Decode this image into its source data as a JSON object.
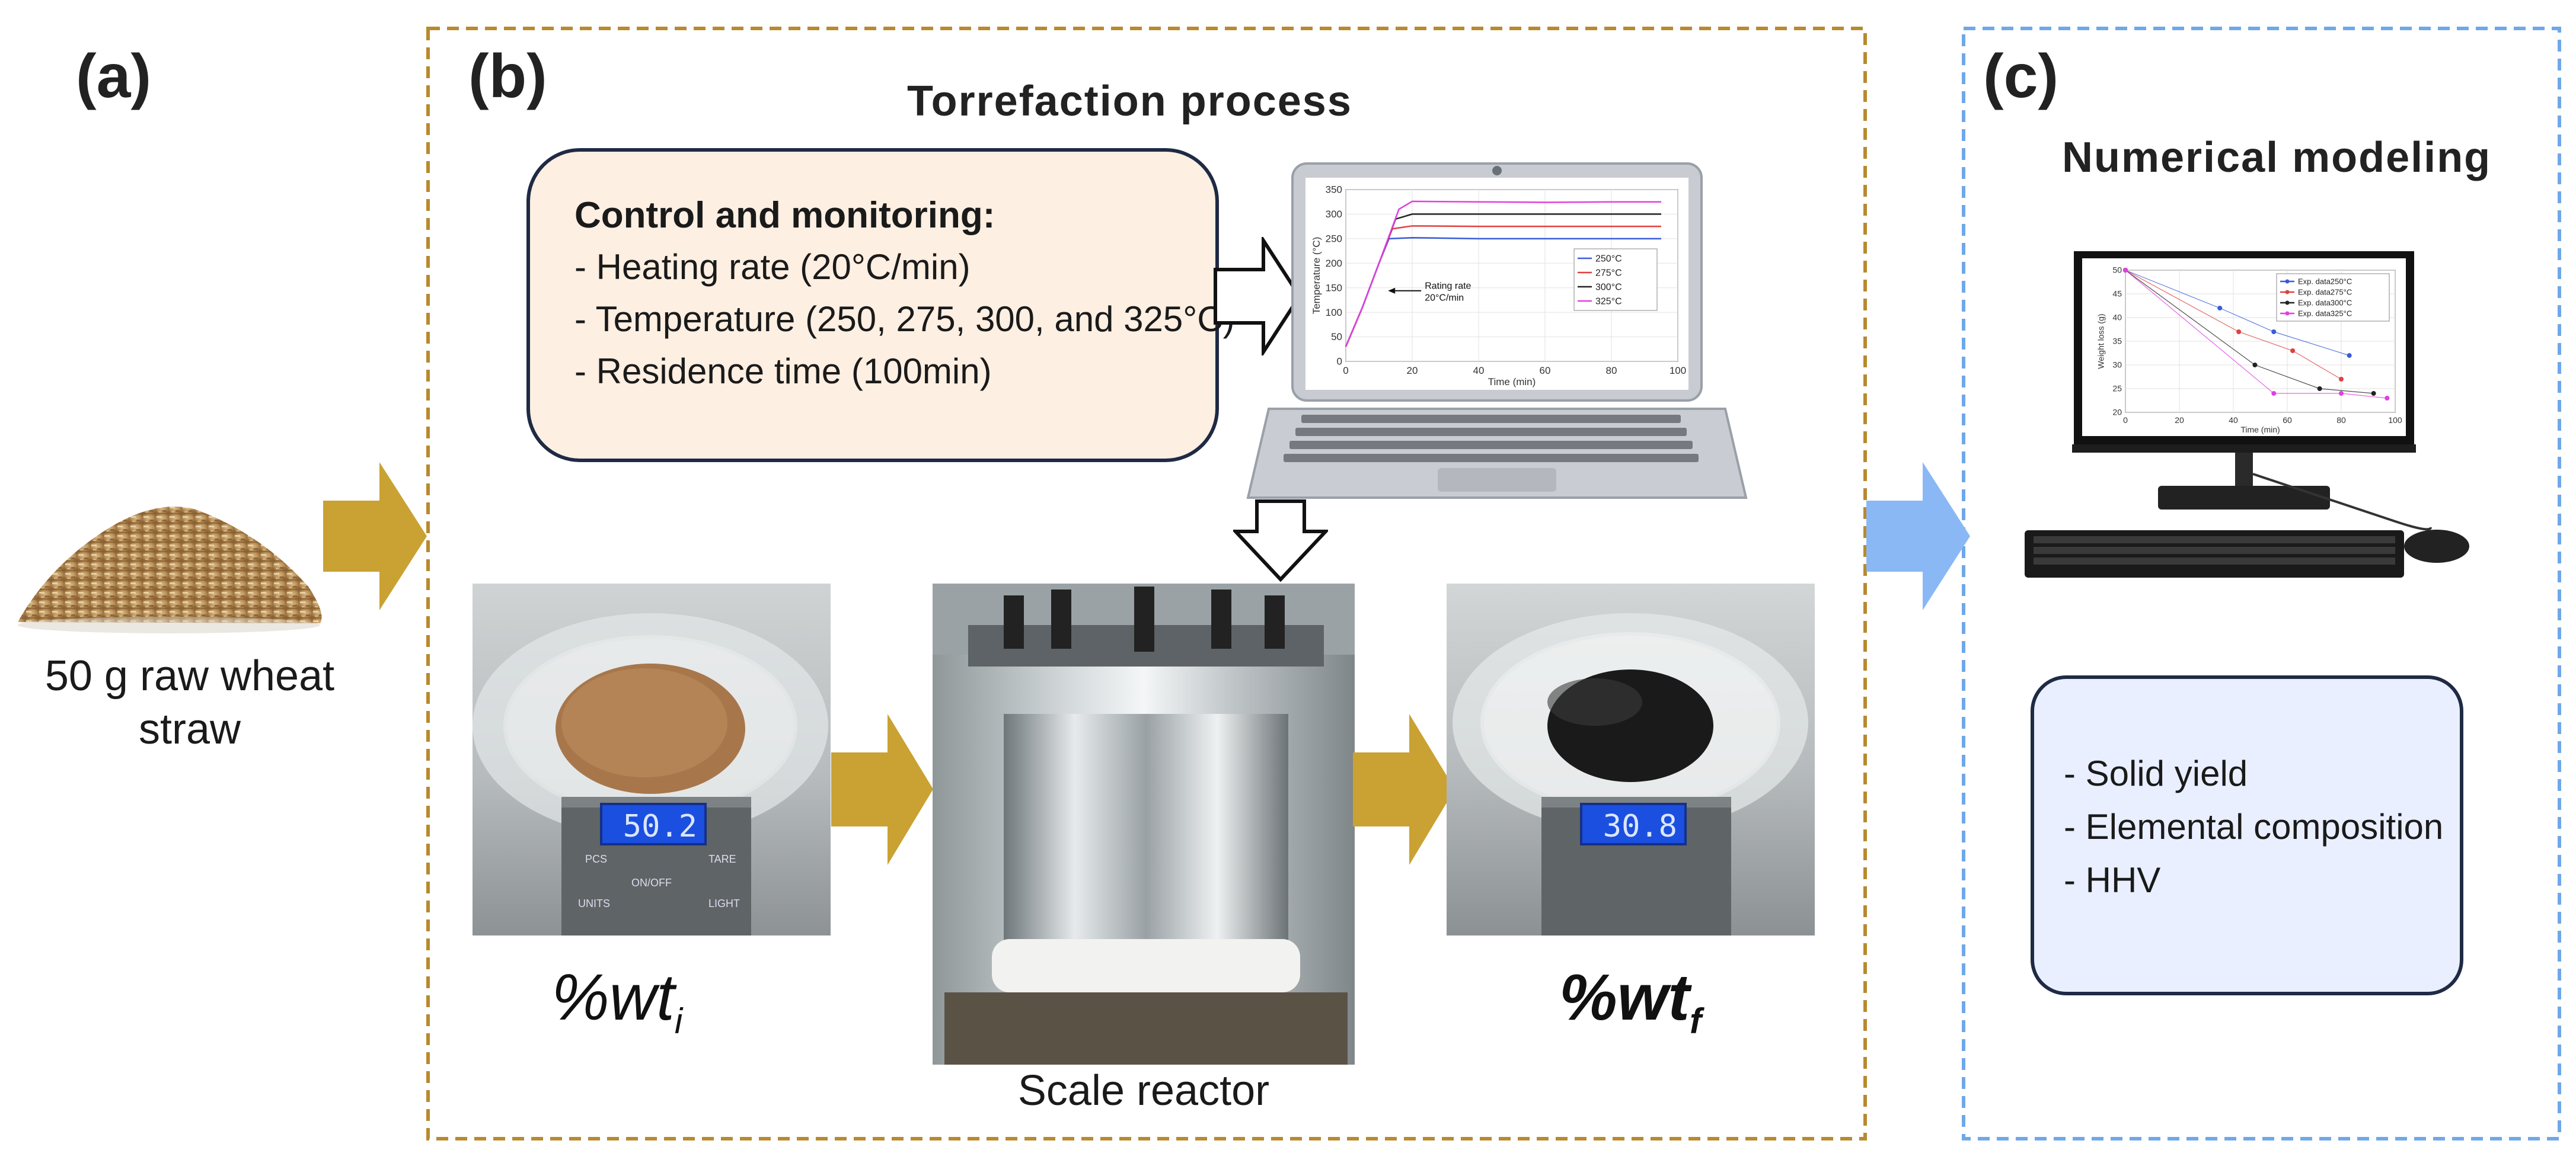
{
  "panels": {
    "a": {
      "letter": "(a)",
      "sample_caption_line1": "50 g raw wheat",
      "sample_caption_line2": "straw"
    },
    "b": {
      "letter": "(b)",
      "title": "Torrefaction process",
      "control": {
        "title": "Control and monitoring:",
        "items": [
          "- Heating rate (20°C/min)",
          "- Temperature (250, 275, 300, and 325°C)",
          "- Residence time (100min)"
        ]
      },
      "reactor_caption": "Scale reactor",
      "initial_label": "%wt",
      "initial_sub": "i",
      "final_label": "%wt",
      "final_sub": "f",
      "scale_initial_display": "50.2",
      "scale_final_display": "30.8",
      "scale_buttons": [
        "PCS",
        "TARE",
        "ON/OFF",
        "UNITS",
        "LIGHT"
      ]
    },
    "c": {
      "letter": "(c)",
      "title": "Numerical modeling",
      "outputs": [
        "- Solid yield",
        "- Elemental composition",
        "- HHV"
      ]
    }
  },
  "colors": {
    "gold_arrow": "#c9a233",
    "blue_arrow": "#8ab8f5",
    "box_b_border": "#b88a2e",
    "box_c_border": "#6fa8e8"
  },
  "laptop_chart": {
    "type": "line",
    "xlabel": "Time (min)",
    "ylabel": "Temperature (°C)",
    "xlim": [
      0,
      100
    ],
    "ylim": [
      0,
      350
    ],
    "xticks": [
      0,
      20,
      40,
      60,
      80,
      100
    ],
    "yticks": [
      0,
      50,
      100,
      150,
      200,
      250,
      300,
      350
    ],
    "annotation_line1": "Rating rate",
    "annotation_line2": "20°C/min",
    "legend_position": "right",
    "series": [
      {
        "name": "250°C",
        "color": "#3a5bd9",
        "x": [
          0,
          5,
          10,
          13,
          20,
          40,
          60,
          80,
          95
        ],
        "y": [
          30,
          110,
          200,
          250,
          252,
          250,
          250,
          250,
          250
        ]
      },
      {
        "name": "275°C",
        "color": "#e04040",
        "x": [
          0,
          5,
          10,
          14,
          20,
          40,
          60,
          80,
          95
        ],
        "y": [
          30,
          110,
          200,
          270,
          276,
          275,
          275,
          275,
          275
        ]
      },
      {
        "name": "300°C",
        "color": "#222222",
        "x": [
          0,
          5,
          10,
          15,
          20,
          40,
          60,
          80,
          95
        ],
        "y": [
          30,
          110,
          200,
          290,
          300,
          300,
          300,
          300,
          300
        ]
      },
      {
        "name": "325°C",
        "color": "#e040e0",
        "x": [
          0,
          5,
          10,
          16,
          20,
          40,
          60,
          80,
          95
        ],
        "y": [
          30,
          110,
          200,
          310,
          326,
          325,
          324,
          325,
          325
        ]
      }
    ]
  },
  "monitor_chart": {
    "type": "scatter",
    "xlabel": "Time (min)",
    "ylabel": "Weight loss (g)",
    "xlim": [
      0,
      100
    ],
    "ylim": [
      20,
      50
    ],
    "xticks": [
      0,
      20,
      40,
      60,
      80,
      100
    ],
    "yticks": [
      20,
      25,
      30,
      35,
      40,
      45,
      50
    ],
    "legend_position": "top-right",
    "series": [
      {
        "name": "Exp. data250°C",
        "color": "#3a5bd9",
        "x": [
          0,
          35,
          55,
          83
        ],
        "y": [
          50,
          42,
          37,
          32
        ]
      },
      {
        "name": "Exp. data275°C",
        "color": "#e04040",
        "x": [
          0,
          42,
          62,
          80
        ],
        "y": [
          50,
          37,
          33,
          27
        ]
      },
      {
        "name": "Exp. data300°C",
        "color": "#222222",
        "x": [
          0,
          48,
          72,
          92
        ],
        "y": [
          50,
          30,
          25,
          24
        ]
      },
      {
        "name": "Exp. data325°C",
        "color": "#e040e0",
        "x": [
          0,
          55,
          80,
          97
        ],
        "y": [
          50,
          24,
          24,
          23
        ]
      }
    ]
  }
}
